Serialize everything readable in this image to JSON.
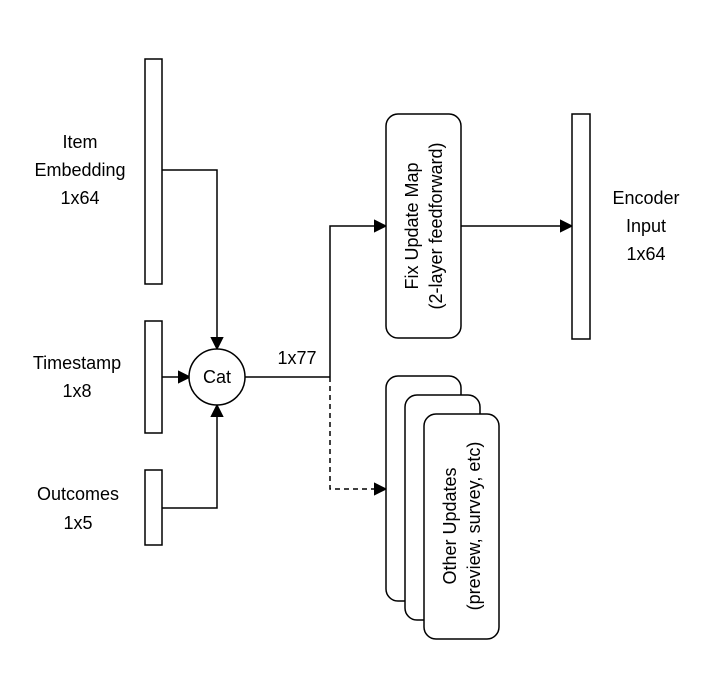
{
  "item_embedding": {
    "line1": "Item",
    "line2": "Embedding",
    "line3": "1x64"
  },
  "timestamp": {
    "line1": "Timestamp",
    "line2": "1x8"
  },
  "outcomes": {
    "line1": "Outcomes",
    "line2": "1x5"
  },
  "cat": {
    "label": "Cat"
  },
  "concat_dim": {
    "label": "1x77"
  },
  "fix_update_map": {
    "line1": "Fix Update Map",
    "line2": "(2-layer feedforward)"
  },
  "encoder_input": {
    "line1": "Encoder",
    "line2": "Input",
    "line3": "1x64"
  },
  "other_updates": {
    "line1": "Other Updates",
    "line2": "(preview, survey, etc)"
  }
}
